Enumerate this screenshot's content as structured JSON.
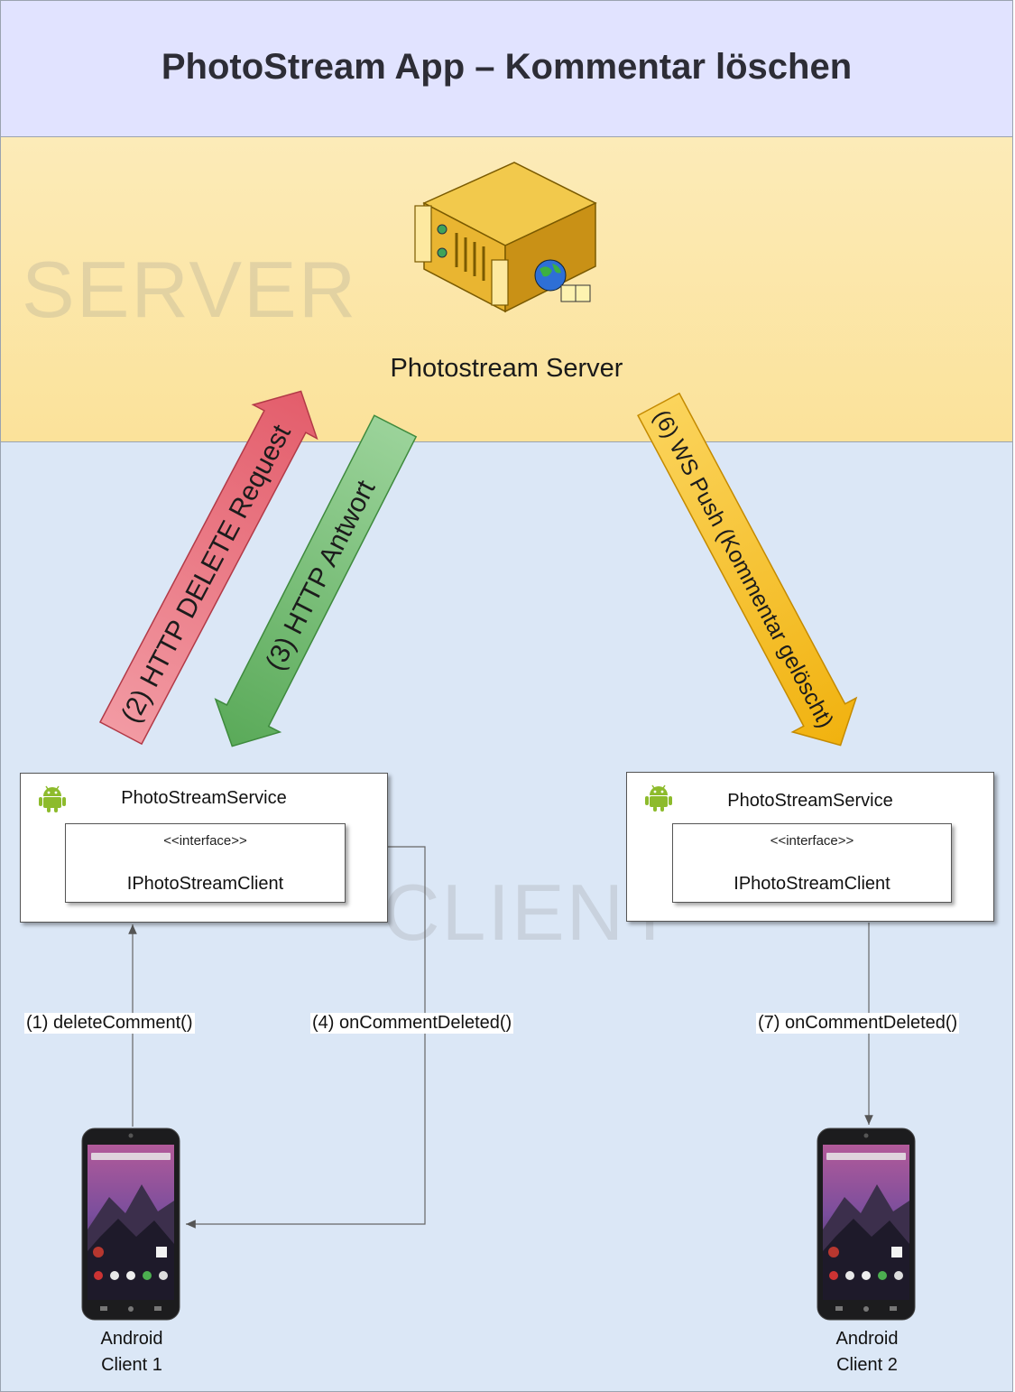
{
  "title": "PhotoStream App – Kommentar löschen",
  "zones": {
    "server": "SERVER",
    "client": "CLIENT"
  },
  "server": {
    "label": "Photostream Server"
  },
  "arrows": [
    {
      "label": "(2) HTTP DELETE Request",
      "color": "#e8707c"
    },
    {
      "label": "(3) HTTP Antwort",
      "color": "#73be72"
    },
    {
      "label": "(6) WS Push (Kommentar gelöscht)",
      "color": "#f7c22b"
    }
  ],
  "services": [
    {
      "title": "PhotoStreamService",
      "stereotype": "<<interface>>",
      "interface": "IPhotoStreamClient"
    },
    {
      "title": "PhotoStreamService",
      "stereotype": "<<interface>>",
      "interface": "IPhotoStreamClient"
    }
  ],
  "calls": [
    {
      "label": "(1) deleteComment()"
    },
    {
      "label": "(4) onCommentDeleted()"
    },
    {
      "label": "(7) onCommentDeleted()"
    }
  ],
  "devices": [
    {
      "line1": "Android",
      "line2": "Client 1"
    },
    {
      "line1": "Android",
      "line2": "Client 2"
    }
  ],
  "colors": {
    "title_band": "#e1e3ff",
    "server_band": "#fbe29a",
    "client_band": "#dbe7f6",
    "android_green": "#8dbb2c"
  }
}
